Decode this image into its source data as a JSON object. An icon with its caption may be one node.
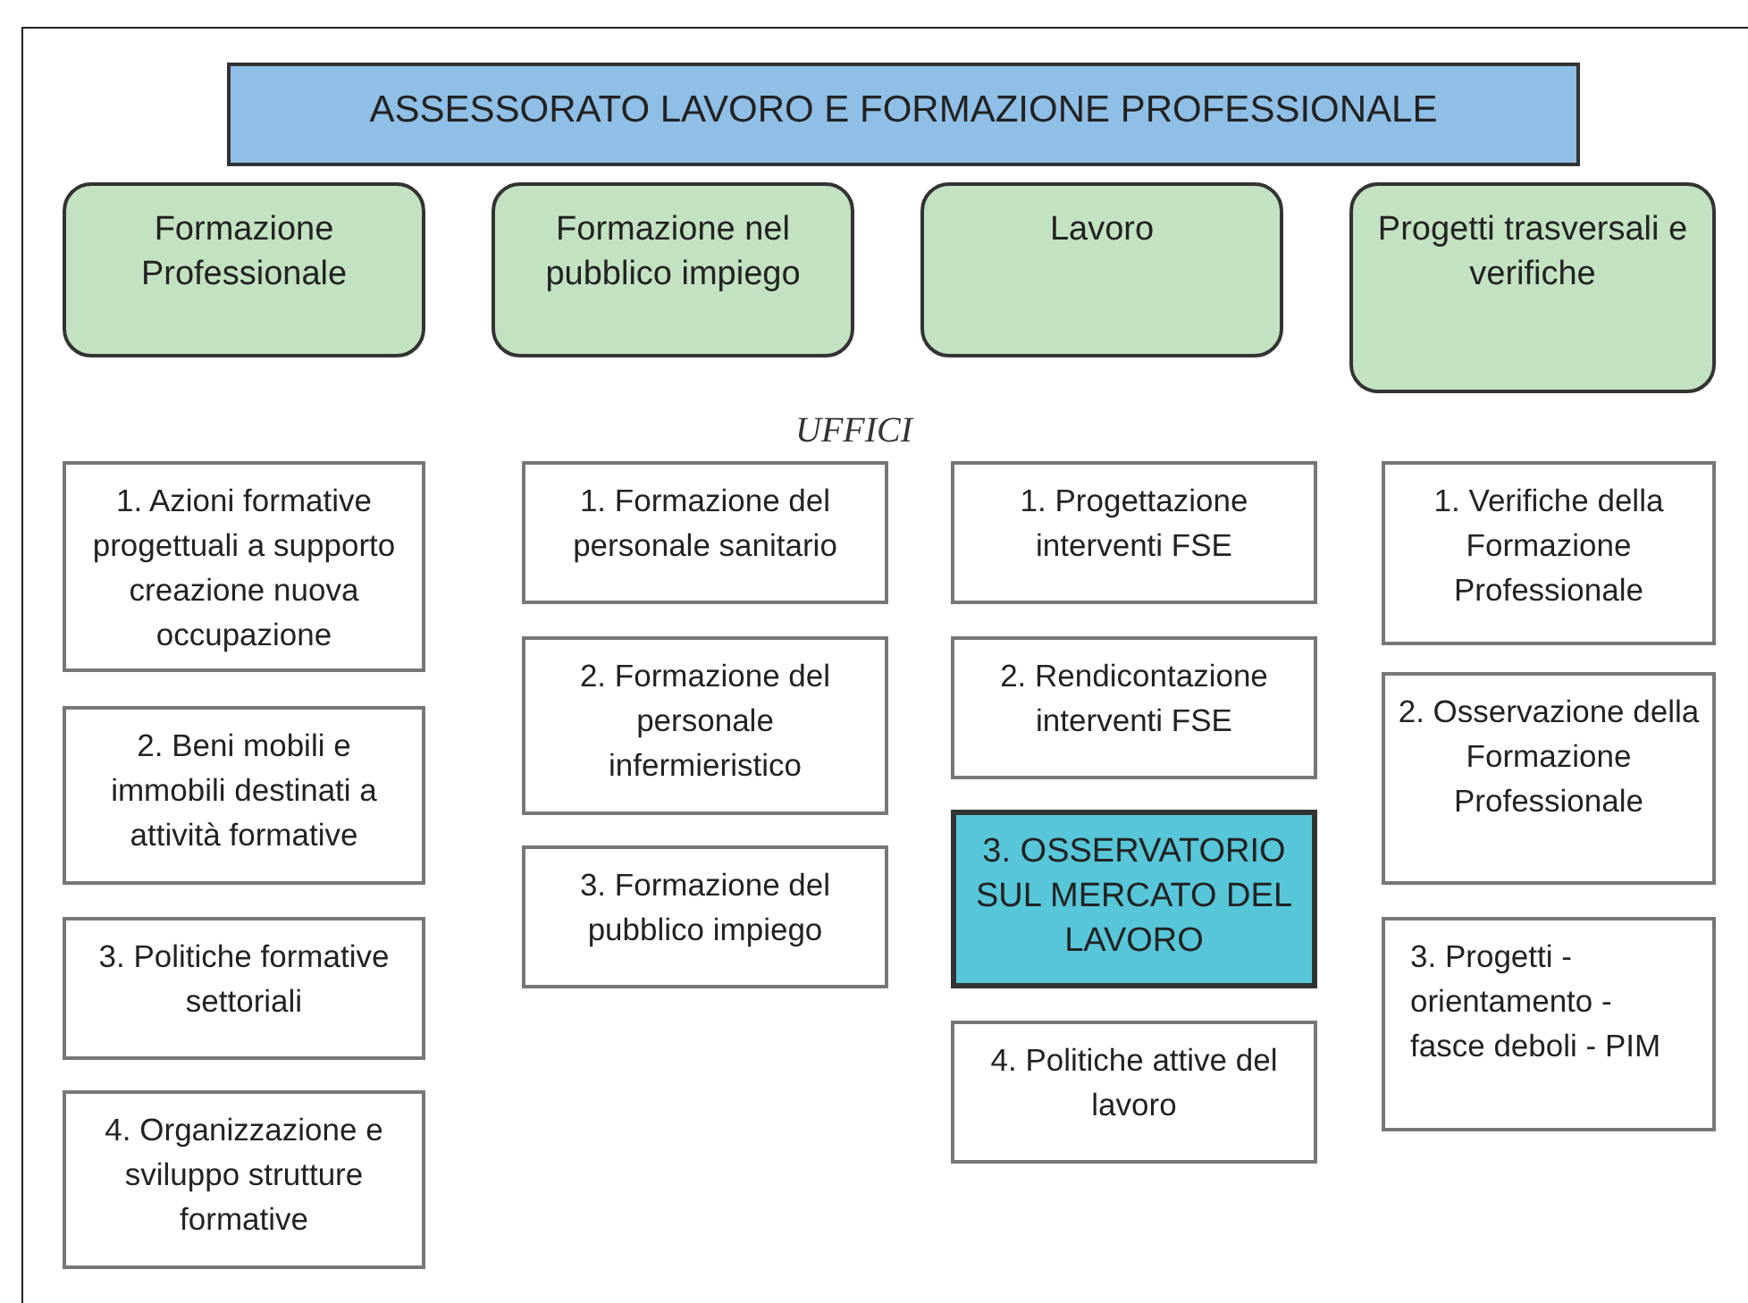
{
  "diagram": {
    "nodes": [
      {
        "text": [
          "ASSESSORATO LAVORO E FORMAZIONE PROFESSIONALE"
        ]
      },
      {
        "text": [
          "Formazione Professionale"
        ]
      },
      {
        "text": [
          "Formazione nel pubblico impiego"
        ]
      },
      {
        "text": [
          "Lavoro"
        ]
      },
      {
        "text": [
          "Progetti trasversali e verifiche"
        ]
      },
      {
        "text": [
          "1. Azioni formative progettuali a supporto creazione nuova occupazione"
        ]
      },
      {
        "text": [
          "2. Beni mobili e immobili destinati a attività formative"
        ]
      },
      {
        "text": [
          "3. Politiche formative settoriali"
        ]
      },
      {
        "text": [
          "4. Organizzazione e sviluppo strutture formative"
        ]
      },
      {
        "text": [
          "1. Formazione del personale sanitario"
        ]
      },
      {
        "text": [
          "2. Formazione del personale infermieristico"
        ]
      },
      {
        "text": [
          "3. Formazione del pubblico impiego"
        ]
      },
      {
        "text": [
          "1. Progettazione interventi FSE"
        ]
      },
      {
        "text": [
          "2. Rendicontazione interventi FSE"
        ]
      },
      {
        "text": [
          "3. OSSERVATORIO SUL MERCATO DEL LAVORO"
        ]
      },
      {
        "text": [
          "4. Politiche attive del lavoro"
        ]
      },
      {
        "text": [
          "1. Verifiche della Formazione Professionale"
        ]
      },
      {
        "text": [
          "2. Osservazione della Formazione Professionale"
        ]
      },
      {
        "text": [
          "3. Progetti - orientamento - fasce deboli - PIM"
        ]
      }
    ],
    "edges": [],
    "labels": [
      "UFFICI"
    ]
  }
}
